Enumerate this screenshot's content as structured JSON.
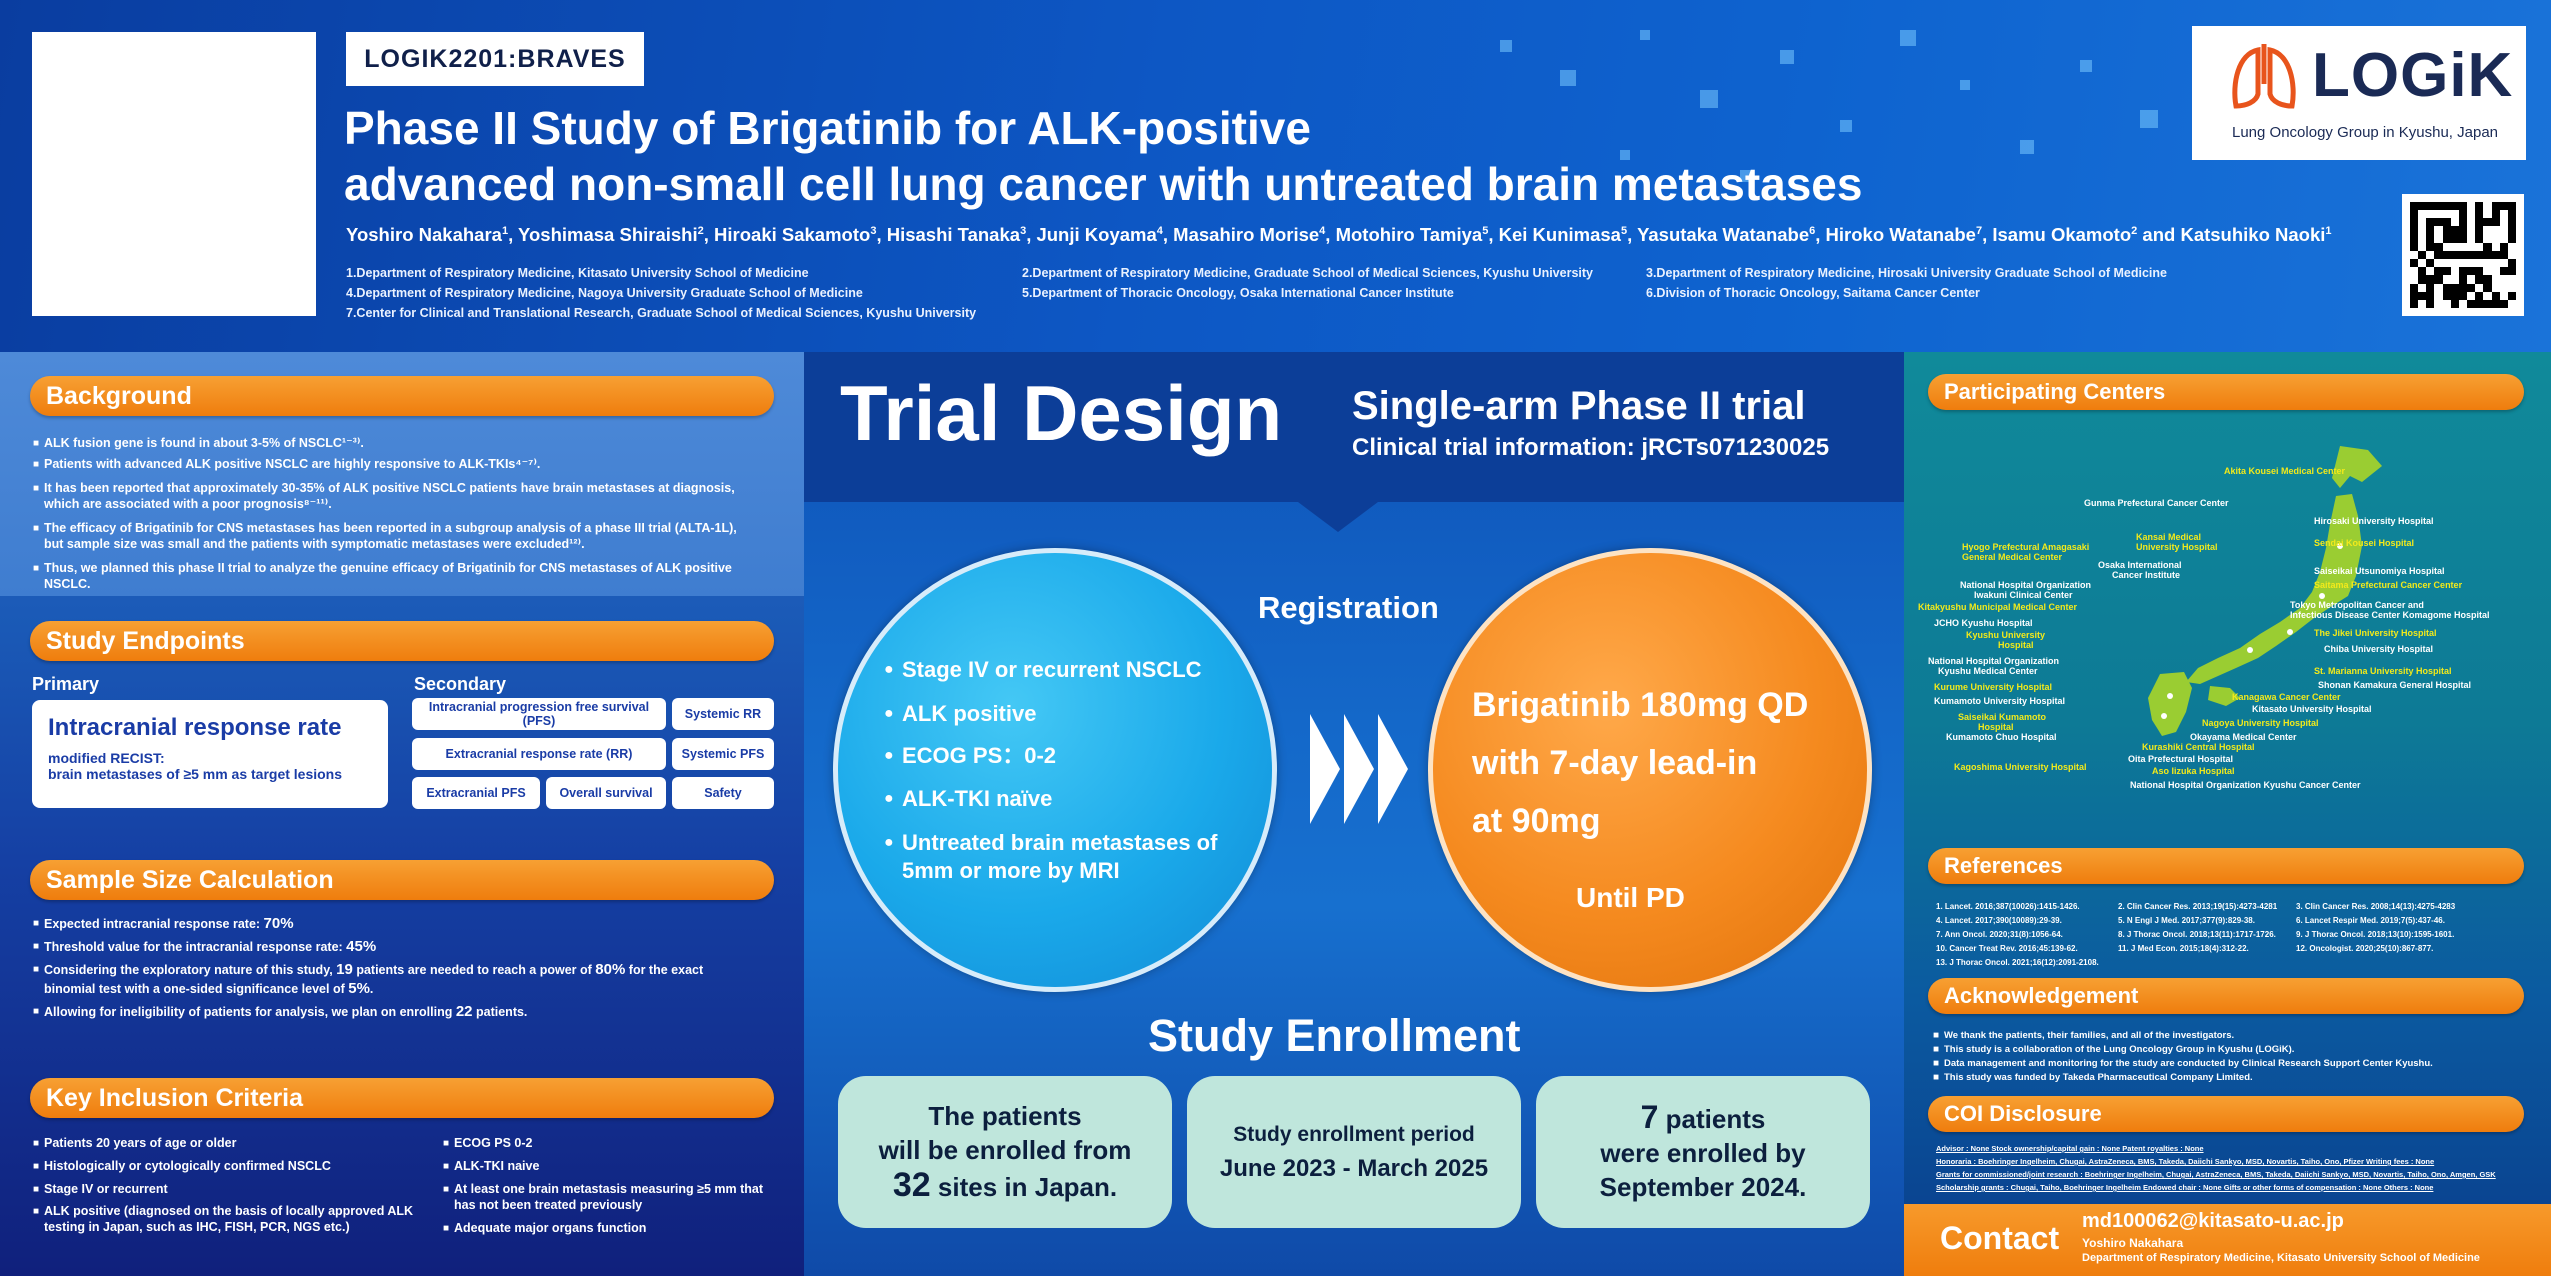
{
  "header": {
    "tag": "LOGIK2201:BRAVES",
    "title_line1": "Phase II Study of Brigatinib for ALK-positive",
    "title_line2": "advanced non-small cell lung cancer with untreated brain metastases",
    "authors": [
      {
        "name": "Yoshiro Nakahara",
        "sup": "1"
      },
      {
        "name": "Yoshimasa Shiraishi",
        "sup": "2"
      },
      {
        "name": "Hiroaki Sakamoto",
        "sup": "3"
      },
      {
        "name": "Hisashi Tanaka",
        "sup": "3"
      },
      {
        "name": "Junji Koyama",
        "sup": "4"
      },
      {
        "name": "Masahiro Morise",
        "sup": "4"
      },
      {
        "name": "Motohiro Tamiya",
        "sup": "5"
      },
      {
        "name": "Kei Kunimasa",
        "sup": "5"
      },
      {
        "name": "Yasutaka Watanabe",
        "sup": "6"
      },
      {
        "name": "Hiroko Watanabe",
        "sup": "7"
      },
      {
        "name": "Isamu Okamoto",
        "sup": "2"
      },
      {
        "name": "Katsuhiko Naoki",
        "sup": "1"
      }
    ],
    "authors_and": "and",
    "affiliations": [
      "1.Department of Respiratory Medicine, Kitasato University School of Medicine",
      "2.Department of Respiratory Medicine, Graduate School of Medical Sciences, Kyushu University",
      "3.Department of Respiratory Medicine, Hirosaki University Graduate School of Medicine",
      "4.Department of Respiratory Medicine, Nagoya University Graduate School of Medicine",
      "5.Department of Thoracic Oncology, Osaka International Cancer Institute",
      "6.Division of Thoracic Oncology, Saitama Cancer Center",
      "7.Center for Clinical and Translational Research, Graduate School of Medical Sciences, Kyushu University"
    ],
    "logo_text": "LOGiK",
    "logo_sub": "Lung Oncology Group in Kyushu, Japan"
  },
  "background": {
    "title": "Background",
    "items": [
      "ALK fusion gene is found in about 3-5% of NSCLC¹⁻³⁾.",
      "Patients with advanced ALK positive NSCLC are highly responsive to ALK-TKIs⁴⁻⁷⁾.",
      "It has been reported that approximately 30-35% of ALK positive NSCLC patients have brain metastases at diagnosis,",
      "which are associated with a poor prognosis⁸⁻¹¹⁾.",
      "The efficacy of Brigatinib for CNS metastases has been reported in a subgroup analysis of a phase III trial (ALTA-1L),",
      "but sample size was small and the patients with symptomatic metastases were excluded¹²⁾.",
      "Thus, we planned this phase II trial to analyze the genuine efficacy of Brigatinib for CNS metastases of ALK positive",
      "NSCLC."
    ]
  },
  "endpoints": {
    "title": "Study Endpoints",
    "primary_label": "Primary",
    "primary_title": "Intracranial response rate",
    "primary_sub1": "modified RECIST:",
    "primary_sub2": "brain metastases of ≥5 mm as target lesions",
    "secondary_label": "Secondary",
    "secondary": [
      "Intracranial progression free survival (PFS)",
      "Systemic RR",
      "Extracranial response rate (RR)",
      "Systemic PFS",
      "Extracranial PFS",
      "Overall survival",
      "Safety"
    ]
  },
  "sample": {
    "title": "Sample Size Calculation",
    "l1a": "Expected intracranial response rate: ",
    "l1b": "70%",
    "l2a": "Threshold value for the intracranial response rate: ",
    "l2b": "45%",
    "l3a": "Considering the exploratory nature of this study, ",
    "l3b": "19",
    "l3c": " patients are needed to reach a power of ",
    "l3d": "80%",
    "l3e": " for the exact",
    "l4a": "binomial test with a one-sided significance level of ",
    "l4b": "5%",
    "l4c": ".",
    "l5a": "Allowing for ineligibility of patients for analysis, we plan on enrolling ",
    "l5b": "22",
    "l5c": " patients."
  },
  "inclusion": {
    "title": "Key Inclusion Criteria",
    "left": [
      "Patients 20 years of age or older",
      "Histologically or cytologically confirmed NSCLC",
      "Stage IV or recurrent",
      "ALK positive (diagnosed on the basis of locally approved ALK",
      "testing in Japan, such as IHC, FISH, PCR, NGS etc.)"
    ],
    "right": [
      "ECOG PS 0-2",
      "ALK-TKI naive",
      "At least one brain metastasis measuring ≥5 mm that",
      "has not been treated previously",
      "Adequate major organs function"
    ]
  },
  "trial": {
    "title": "Trial Design",
    "subtitle": "Single-arm Phase II trial",
    "info": "Clinical trial information: jRCTs071230025",
    "registration": "Registration",
    "criteria": [
      "Stage IV or recurrent NSCLC",
      "ALK positive",
      "ECOG PS：0-2",
      "ALK-TKI naïve",
      "Untreated brain metastases of",
      "5mm or more by MRI"
    ],
    "treat1": "Brigatinib 180mg QD",
    "treat2": "with 7-day lead-in",
    "treat3": "at 90mg",
    "until": "Until PD",
    "enroll_title": "Study Enrollment",
    "box1_l1": "The patients",
    "box1_l2": "will be enrolled from",
    "box1_num": "32",
    "box1_l3": " sites in Japan.",
    "box2_l1": "Study enrollment period",
    "box2_l2": "June 2023 - March 2025",
    "box3_num": "7",
    "box3_l1": " patients",
    "box3_l2": "were enrolled by",
    "box3_l3": "September 2024."
  },
  "centers": {
    "title": "Participating Centers",
    "list": [
      {
        "n": "Akita Kousei Medical Center",
        "c": "y"
      },
      {
        "n": "Gunma Prefectural Cancer Center",
        "c": "w"
      },
      {
        "n": "Hirosaki University Hospital",
        "c": "w"
      },
      {
        "n": "Kansai Medical",
        "c": "y"
      },
      {
        "n": "University Hospital",
        "c": "y"
      },
      {
        "n": "Hyogo Prefectural Amagasaki",
        "c": "y"
      },
      {
        "n": "General Medical Center",
        "c": "y"
      },
      {
        "n": "Sendai Kousei Hospital",
        "c": "y"
      },
      {
        "n": "Osaka International",
        "c": "w"
      },
      {
        "n": "Cancer Institute",
        "c": "w"
      },
      {
        "n": "Saiseikai Utsunomiya Hospital",
        "c": "w"
      },
      {
        "n": "National Hospital Organization",
        "c": "w"
      },
      {
        "n": "Iwakuni Clinical Center",
        "c": "w"
      },
      {
        "n": "Saitama Prefectural Cancer Center",
        "c": "y"
      },
      {
        "n": "Kitakyushu Municipal Medical Center",
        "c": "y"
      },
      {
        "n": "Tokyo Metropolitan Cancer and",
        "c": "w"
      },
      {
        "n": "Infectious Disease Center Komagome Hospital",
        "c": "w"
      },
      {
        "n": "JCHO Kyushu Hospital",
        "c": "w"
      },
      {
        "n": "Kyushu University",
        "c": "y"
      },
      {
        "n": "Hospital",
        "c": "y"
      },
      {
        "n": "The Jikei University Hospital",
        "c": "y"
      },
      {
        "n": "Chiba University Hospital",
        "c": "w"
      },
      {
        "n": "National Hospital Organization",
        "c": "w"
      },
      {
        "n": "Kyushu Medical Center",
        "c": "w"
      },
      {
        "n": "St. Marianna University Hospital",
        "c": "y"
      },
      {
        "n": "Kurume University Hospital",
        "c": "y"
      },
      {
        "n": "Shonan Kamakura General Hospital",
        "c": "w"
      },
      {
        "n": "Kumamoto University Hospital",
        "c": "w"
      },
      {
        "n": "Kanagawa Cancer Center",
        "c": "y"
      },
      {
        "n": "Kitasato University Hospital",
        "c": "w"
      },
      {
        "n": "Saiseikai Kumamoto",
        "c": "y"
      },
      {
        "n": "Hospital",
        "c": "y"
      },
      {
        "n": "Nagoya University Hospital",
        "c": "y"
      },
      {
        "n": "Okayama Medical Center",
        "c": "w"
      },
      {
        "n": "Kumamoto Chuo Hospital",
        "c": "w"
      },
      {
        "n": "Kurashiki Central Hospital",
        "c": "y"
      },
      {
        "n": "Kagoshima University Hospital",
        "c": "y"
      },
      {
        "n": "Oita Prefectural Hospital",
        "c": "w"
      },
      {
        "n": "Aso Iizuka Hospital",
        "c": "y"
      },
      {
        "n": "National Hospital Organization Kyushu Cancer Center",
        "c": "w"
      }
    ]
  },
  "references": {
    "title": "References",
    "items": [
      "1.   Lancet. 2016;387(10026):1415-1426.",
      "2.   Clin Cancer Res. 2013;19(15):4273-4281",
      "3.   Clin Cancer Res. 2008;14(13):4275-4283",
      "4.   Lancet. 2017;390(10089):29-39.",
      "5.   N Engl J Med. 2017;377(9):829-38.",
      "6.   Lancet Respir Med. 2019;7(5):437-46.",
      "7.   Ann Oncol. 2020;31(8):1056-64.",
      "8.   J Thorac Oncol. 2018;13(11):1717-1726.",
      "9.   J Thorac Oncol. 2018;13(10):1595-1601.",
      "10.  Cancer Treat Rev. 2016;45:139-62.",
      "11.  J Med Econ. 2015;18(4):312-22.",
      "12.  Oncologist. 2020;25(10):867-877.",
      "13.  J Thorac Oncol. 2021;16(12):2091-2108."
    ]
  },
  "ack": {
    "title": "Acknowledgement",
    "items": [
      "We thank the patients, their families, and all of the investigators.",
      "This study is a collaboration of the Lung Oncology Group in Kyushu (LOGiK).",
      "Data management and monitoring for the study are conducted by Clinical Research Support Center Kyushu.",
      "This study was funded by Takeda Pharmaceutical Company Limited."
    ]
  },
  "coi": {
    "title": "COI Disclosure",
    "lines": [
      "Advisor : None  Stock ownership/capital gain : None  Patent royalties : None",
      "Honoraria : Boehringer Ingelheim, Chugai, AstraZeneca, BMS, Takeda, Daiichi Sankyo, MSD, Novartis, Taiho, Ono, Pfizer  Writing fees : None",
      "Grants for commissioned/joint research : Boehringer Ingelheim, Chugai, AstraZeneca, BMS, Takeda, Daiichi Sankyo, MSD, Novartis, Taiho, Ono, Amgen, GSK",
      "Scholarship grants : Chugai, Taiho, Boehringer Ingelheim  Endowed chair : None  Gifts or other forms of compensation : None  Others : None"
    ]
  },
  "contact": {
    "label": "Contact",
    "email": "md100062@kitasato-u.ac.jp",
    "name": "Yoshiro Nakahara",
    "dept": "Department of Respiratory Medicine, Kitasato University School of Medicine"
  },
  "colors": {
    "orange": "#ef7d0d",
    "navy": "#0c3e98",
    "mint": "#bfe6dc",
    "yellow": "#f3ea1a"
  }
}
